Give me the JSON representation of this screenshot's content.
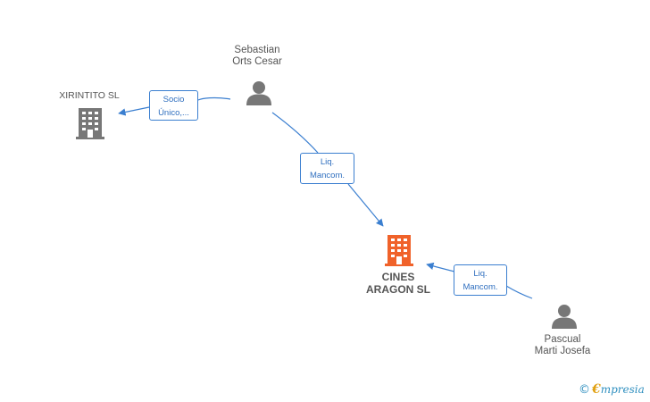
{
  "nodes": {
    "sebastian": {
      "name_line1": "Sebastian",
      "name_line2": "Orts Cesar",
      "icon": "person-icon"
    },
    "xirintito": {
      "name": "XIRINTITO SL",
      "icon": "building-icon"
    },
    "cines": {
      "name_line1": "CINES",
      "name_line2": "ARAGON SL",
      "icon": "building-icon"
    },
    "pascual": {
      "name_line1": "Pascual",
      "name_line2": "Marti Josefa",
      "icon": "person-icon"
    }
  },
  "edges": {
    "sebastian_xirintito": {
      "line1": "Socio",
      "line2": "Único,..."
    },
    "sebastian_cines": {
      "line1": "Liq.",
      "line2": "Mancom."
    },
    "pascual_cines": {
      "line1": "Liq.",
      "line2": "Mancom."
    }
  },
  "brand": {
    "copyright_symbol": "©",
    "initial": "€",
    "name": "mpresia"
  },
  "colors": {
    "edge": "#3b7fd0",
    "main_company": "#f0622a",
    "company": "#777777",
    "person": "#777777"
  }
}
